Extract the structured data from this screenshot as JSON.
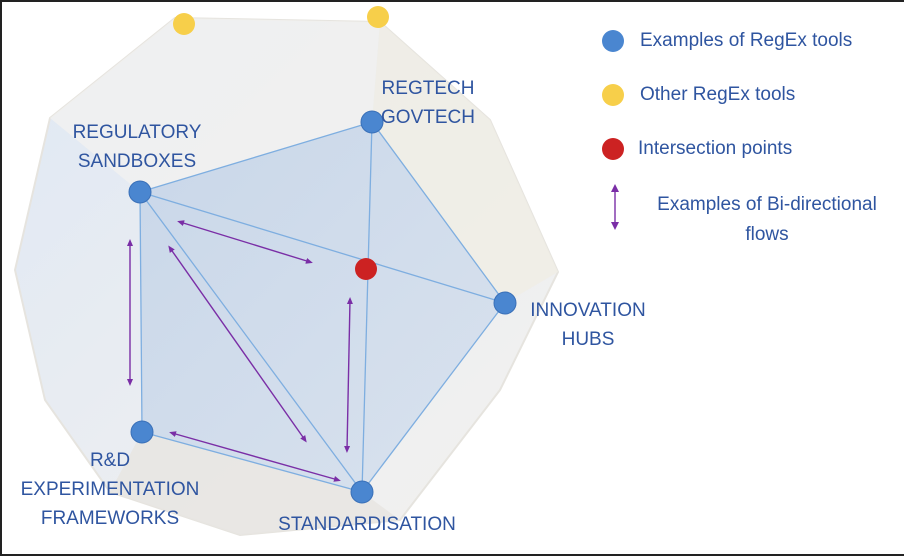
{
  "nodes": {
    "regulatory_sandboxes": [
      "REGULATORY",
      "SANDBOXES"
    ],
    "regtech_govtech": [
      "REGTECH",
      "GOVTECH"
    ],
    "innovation_hubs": [
      "INNOVATION",
      "HUBS"
    ],
    "rd_frameworks": [
      "R&D",
      "EXPERIMENTATION",
      "FRAMEWORKS"
    ],
    "standardisation": [
      "STANDARDISATION"
    ]
  },
  "legend": {
    "blue": "Examples of RegEx tools",
    "yellow": "Other RegEx tools",
    "red": "Intersection points",
    "arrow_line1": "Examples of Bi-directional",
    "arrow_line2": "flows"
  },
  "colors": {
    "blue_dot": "#4a86d0",
    "yellow_dot": "#f7cf4a",
    "red_dot": "#cc2222",
    "arrow": "#7a2ea6",
    "label": "#2f55a0"
  }
}
